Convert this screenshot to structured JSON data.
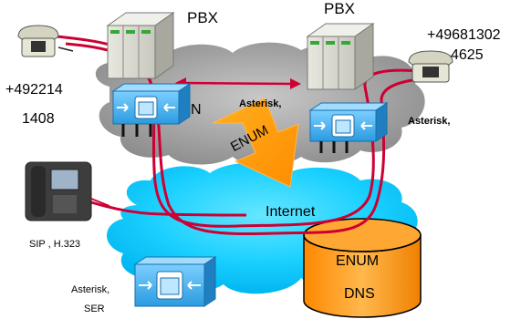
{
  "labels": {
    "pbx_left": "PBX",
    "pbx_right": "PBX",
    "number_left_line1": "+492214",
    "number_left_line2": "1408",
    "number_right_line1": "+49681302",
    "number_right_line2": "4625",
    "cloud_partial": "N",
    "asterisk_center": "Asterisk,",
    "asterisk_right": "Asterisk,",
    "enum_arrow": "ENUM",
    "internet": "Internet",
    "sip": "SIP , H.323",
    "asterisk_bottom": "Asterisk,",
    "ser": "SER",
    "enum_db": "ENUM",
    "dns_db": "DNS"
  },
  "colors": {
    "pbx_cloud": "#9a9a9a",
    "internet_cloud": "#00ccff",
    "enum_arrow": "#ff9900",
    "enum_db": "#ff9900",
    "red_line": "#cc0033",
    "switch_blue": "#33a0dd"
  }
}
